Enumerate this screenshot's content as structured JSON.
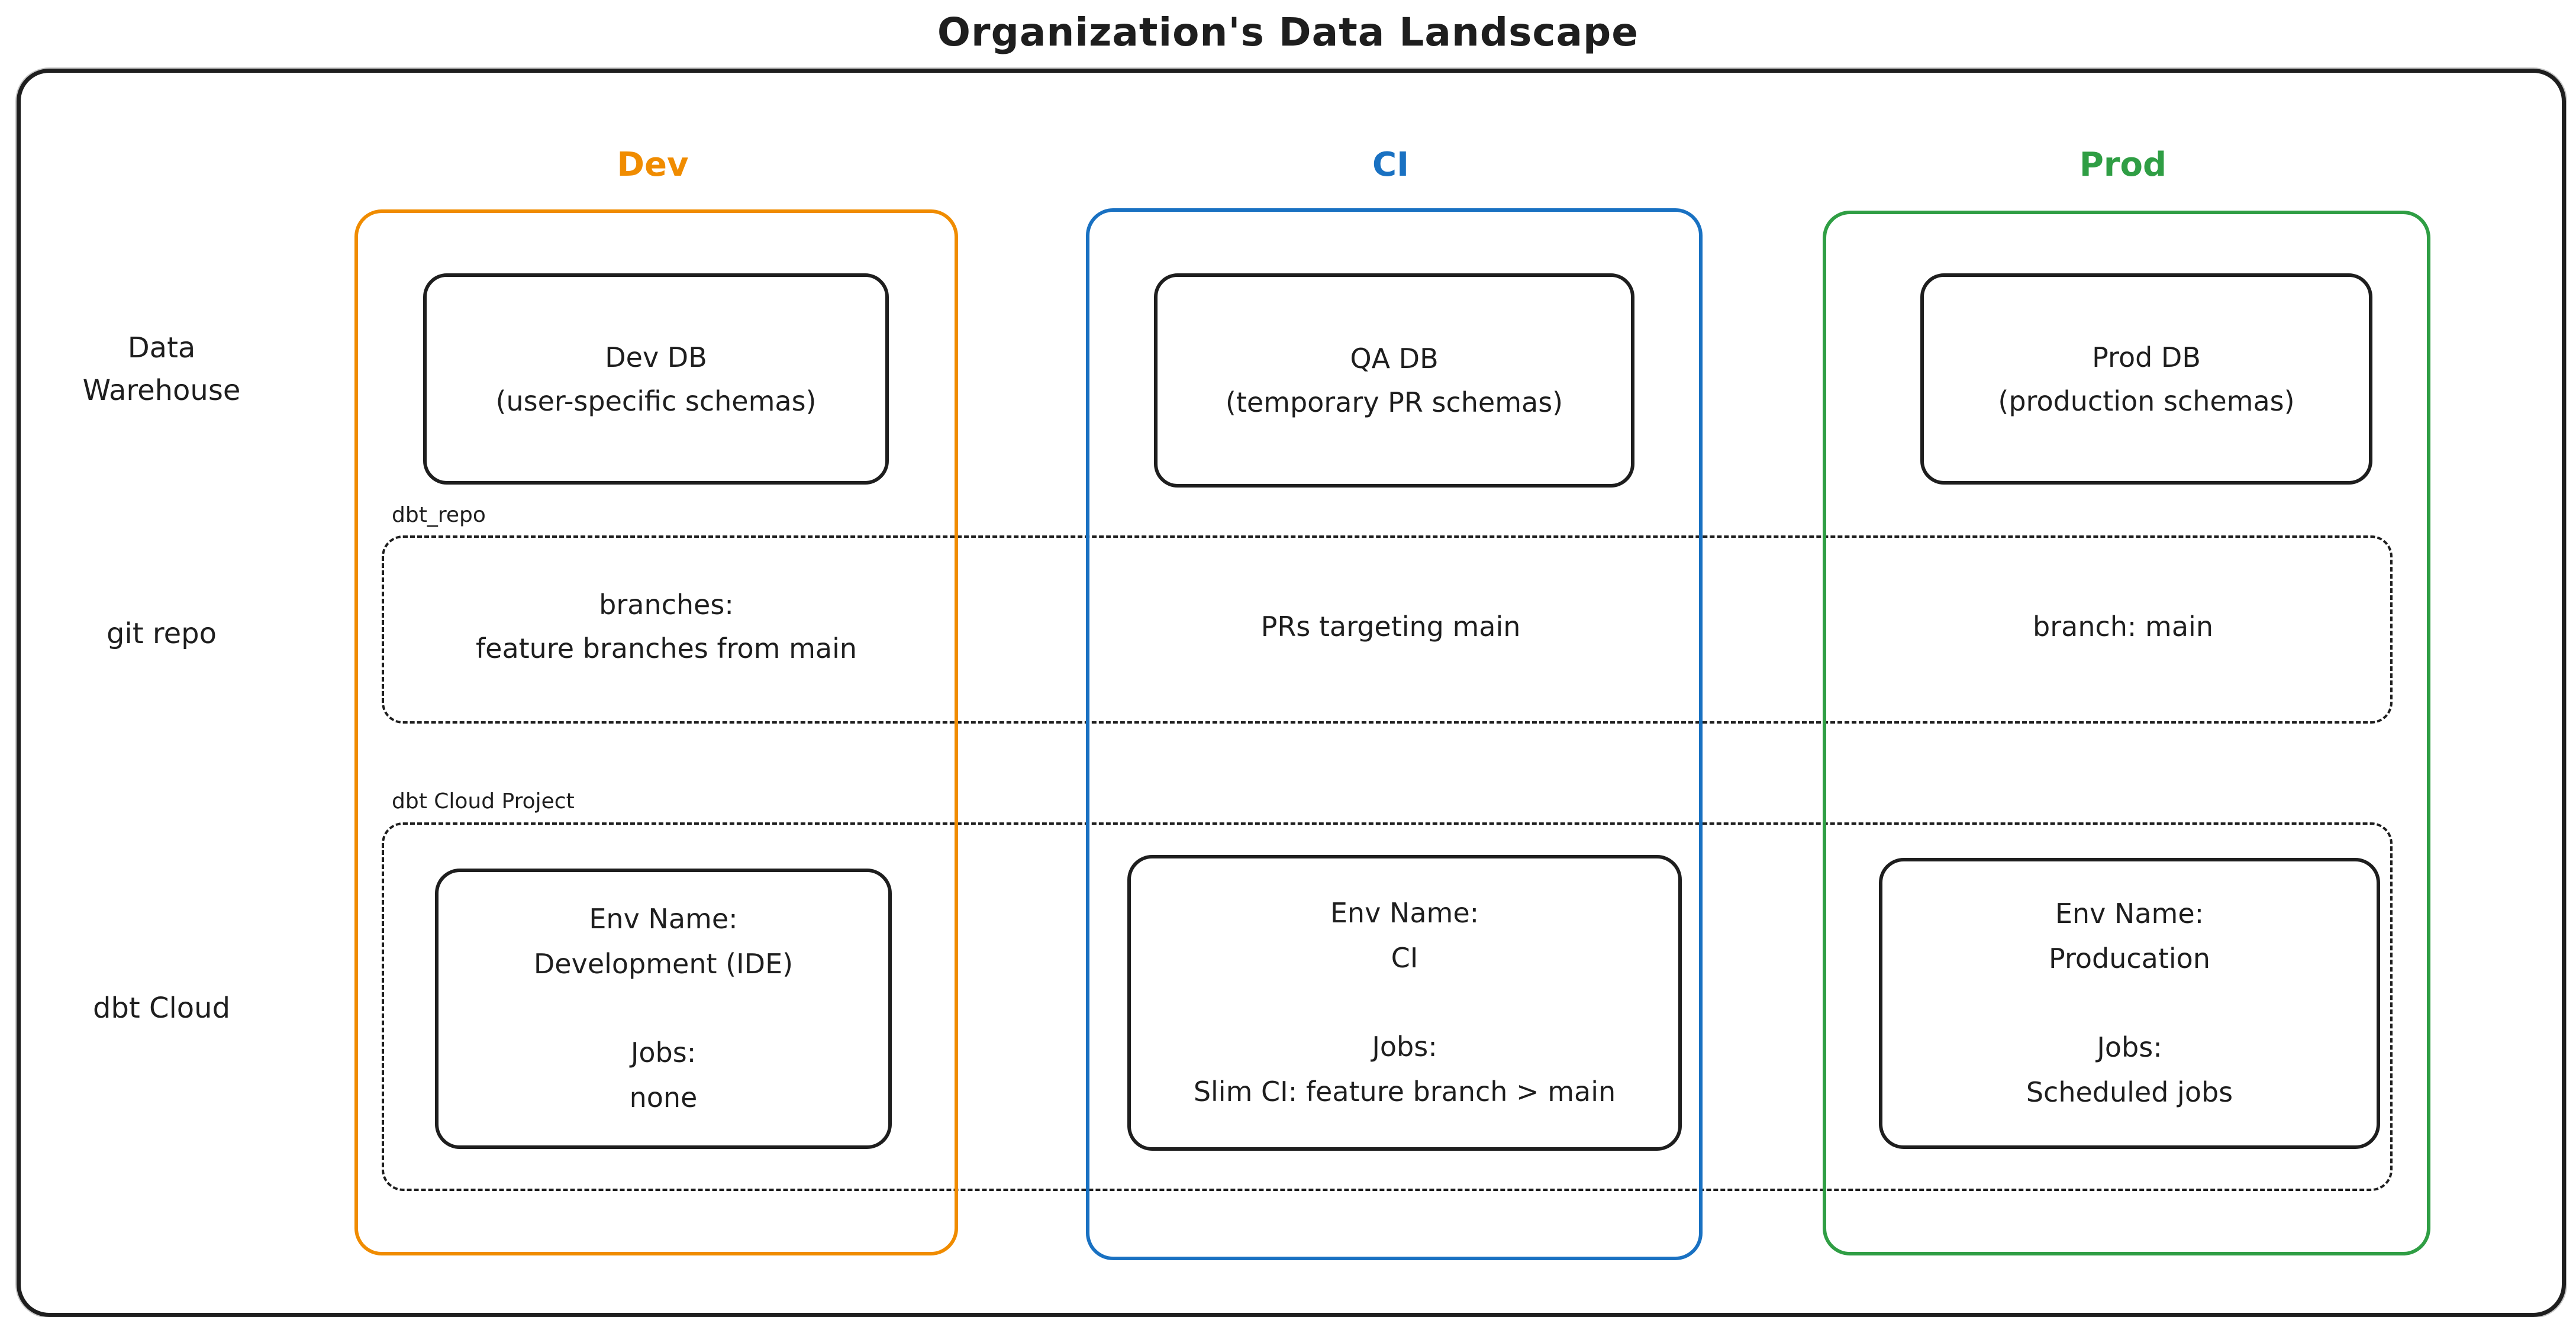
{
  "title": "Organization's Data Landscape",
  "columns": {
    "dev": {
      "label": "Dev",
      "color": "#f08c00"
    },
    "ci": {
      "label": "CI",
      "color": "#1971c2"
    },
    "prod": {
      "label": "Prod",
      "color": "#2f9e44"
    }
  },
  "row_labels": {
    "warehouse": "Data\nWarehouse",
    "git": "git repo",
    "dbt": "dbt Cloud"
  },
  "warehouse": {
    "dev": {
      "name": "Dev DB",
      "schemas": "(user-specific schemas)"
    },
    "ci": {
      "name": "QA DB",
      "schemas": "(temporary PR schemas)"
    },
    "prod": {
      "name": "Prod DB",
      "schemas": "(production schemas)"
    }
  },
  "git_repo": {
    "tag": "dbt_repo",
    "dev": "branches:\nfeature branches from main",
    "ci": "PRs targeting main",
    "prod": "branch: main"
  },
  "dbt_cloud": {
    "tag": "dbt Cloud Project",
    "env_label": "Env Name:",
    "jobs_label": "Jobs:",
    "dev": {
      "env": "Development (IDE)",
      "jobs": "none"
    },
    "ci": {
      "env": "CI",
      "jobs": "Slim CI: feature branch > main"
    },
    "prod": {
      "env": "Producation",
      "jobs": "Scheduled jobs"
    }
  }
}
